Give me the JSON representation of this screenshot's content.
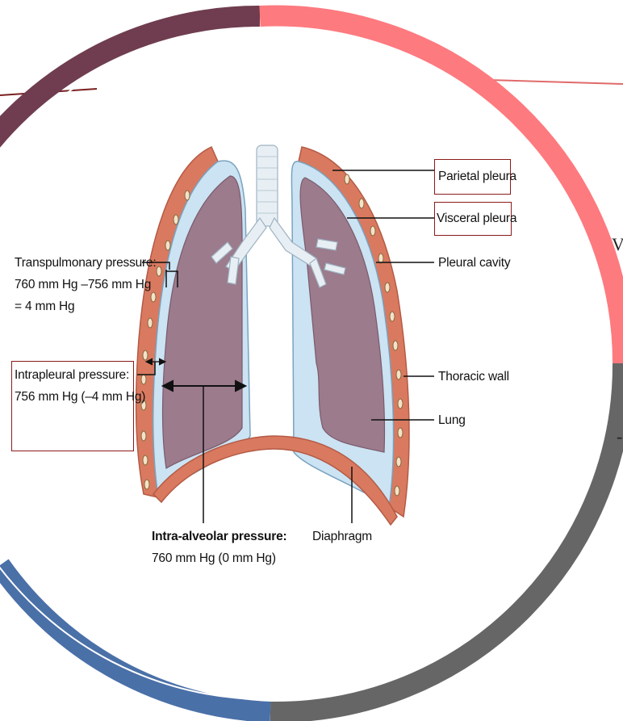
{
  "labels": {
    "parietal_pleura": "Parietal pleura",
    "visceral_pleura": "Visceral pleura",
    "pleural_cavity": "Pleural cavity",
    "thoracic_wall": "Thoracic wall",
    "lung": "Lung",
    "diaphragm": "Diaphragm",
    "transpulmonary_title": "Transpulmonary pressure:",
    "transpulmonary_calc": "760 mm Hg –756 mm Hg",
    "transpulmonary_result": "= 4 mm Hg",
    "intrapleural_title": "Intrapleural pressure:",
    "intrapleural_value": "756 mm Hg (–4 mm Hg)",
    "intraalveolar_title": "Intra-alveolar pressure:",
    "intraalveolar_value": "760 mm Hg (0 mm Hg)"
  },
  "edge_fragments": {
    "right_upper": "V",
    "right_lower": "-"
  },
  "colors": {
    "ring_top_left": "#6f3d4f",
    "ring_right_pink": "#fd7a7f",
    "ring_right_gray": "#666666",
    "ring_bottom_blue": "#4a70a8",
    "highlight_box": "#8b1a1a",
    "pleura_red": "#d97a60",
    "pleural_fluid": "#cbe3f2",
    "lung_tissue": "#9b7b8c",
    "trachea": "#e8eff4"
  }
}
